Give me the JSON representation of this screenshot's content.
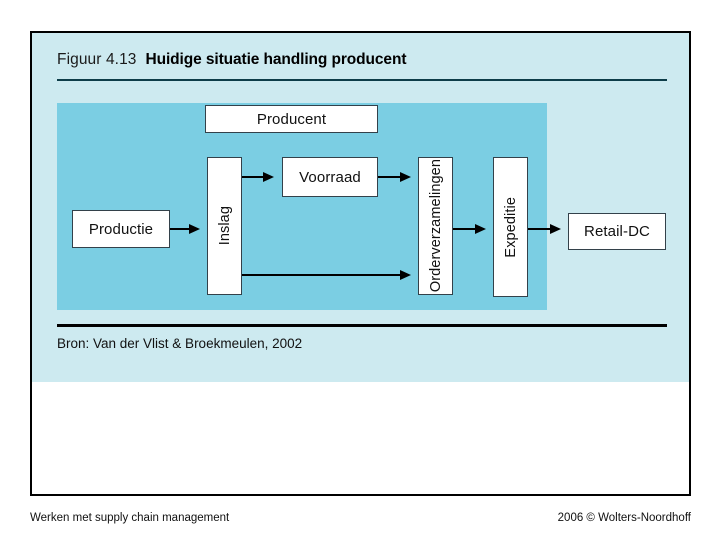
{
  "figure": {
    "label": "Figuur 4.13",
    "caption": "Huidige situatie handling producent",
    "source": "Bron: Van der Vlist & Broekmeulen, 2002",
    "panel_color": "#cdeaf0",
    "diagram_color": "#7bcee3"
  },
  "diagram": {
    "nodes": [
      {
        "id": "producent",
        "label": "Producent",
        "orientation": "horizontal"
      },
      {
        "id": "productie",
        "label": "Productie",
        "orientation": "horizontal"
      },
      {
        "id": "inslag",
        "label": "Inslag",
        "orientation": "vertical"
      },
      {
        "id": "voorraad",
        "label": "Voorraad",
        "orientation": "horizontal"
      },
      {
        "id": "orderverzamelingen",
        "label": "Orderverzamelingen",
        "orientation": "vertical"
      },
      {
        "id": "expeditie",
        "label": "Expeditie",
        "orientation": "vertical"
      },
      {
        "id": "retaildc",
        "label": "Retail-DC",
        "orientation": "horizontal"
      }
    ],
    "edges": [
      {
        "from": "productie",
        "to": "inslag"
      },
      {
        "from": "inslag",
        "to": "voorraad"
      },
      {
        "from": "voorraad",
        "to": "orderverzamelingen"
      },
      {
        "from": "inslag",
        "to": "orderverzamelingen"
      },
      {
        "from": "orderverzamelingen",
        "to": "expeditie"
      },
      {
        "from": "expeditie",
        "to": "retaildc"
      }
    ]
  },
  "footer": {
    "left": "Werken met supply chain management",
    "right": "2006 © Wolters-Noordhoff"
  }
}
